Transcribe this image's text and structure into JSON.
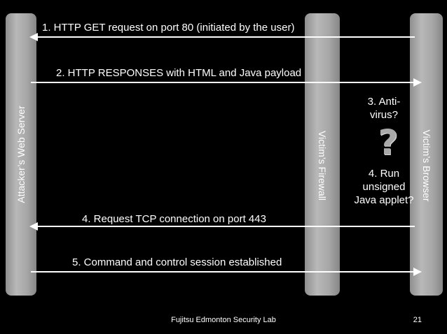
{
  "entities": {
    "attacker_server": "Attacker’s Web Server",
    "victim_firewall": "Victim’s Firewall",
    "victim_browser": "Victim’s Browser"
  },
  "steps": {
    "step1": "1.  HTTP GET request on port 80 (initiated by the user)",
    "step2": "2. HTTP RESPONSES with HTML and Java payload",
    "step3": "3. Anti-virus?",
    "step4": "4. Request TCP connection on port 443",
    "step5": "5. Command and control session established",
    "step6": "4. Run unsigned Java applet?"
  },
  "icons": {
    "question_mark": "?"
  },
  "footer": {
    "title": "Fujitsu Edmonton Security Lab",
    "page_number": "21"
  },
  "colors": {
    "background": "#000000",
    "pillar": "#a6a6a6",
    "text": "#ffffff"
  }
}
